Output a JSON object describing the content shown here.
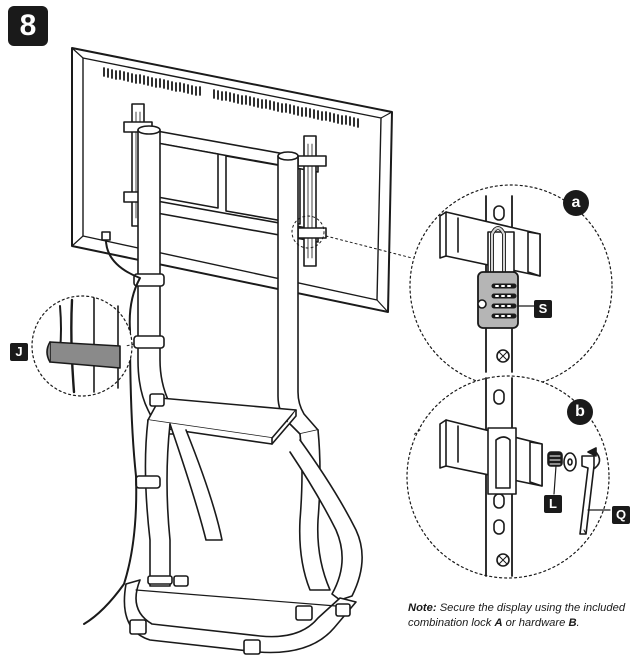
{
  "step": {
    "number": "8"
  },
  "callouts": {
    "J": "J",
    "S": "S",
    "L": "L",
    "Q": "Q",
    "a": "a",
    "b": "b"
  },
  "note": {
    "label": "Note:",
    "text_1": " Secure the display using the included combination lock ",
    "option_a": "A",
    "text_2": " or hardware ",
    "option_b": "B",
    "text_3": "."
  },
  "colors": {
    "ink": "#1a1a1a",
    "fill": "#ffffff",
    "strap_fill": "#8a8a8a",
    "lock_fill": "#b5b5b5"
  }
}
